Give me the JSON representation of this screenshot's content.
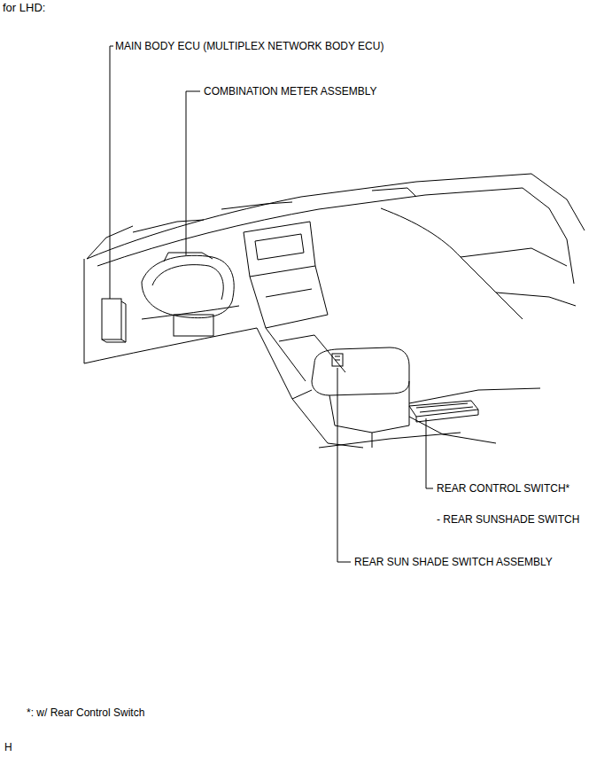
{
  "diagram": {
    "title": "for LHD:",
    "labels": [
      "MAIN BODY ECU (MULTIPLEX NETWORK BODY ECU)",
      "COMBINATION METER ASSEMBLY",
      "REAR CONTROL SWITCH*",
      "- REAR SUNSHADE SWITCH",
      "REAR SUN SHADE SWITCH ASSEMBLY",
      "*: w/ Rear Control Switch",
      "H"
    ]
  }
}
